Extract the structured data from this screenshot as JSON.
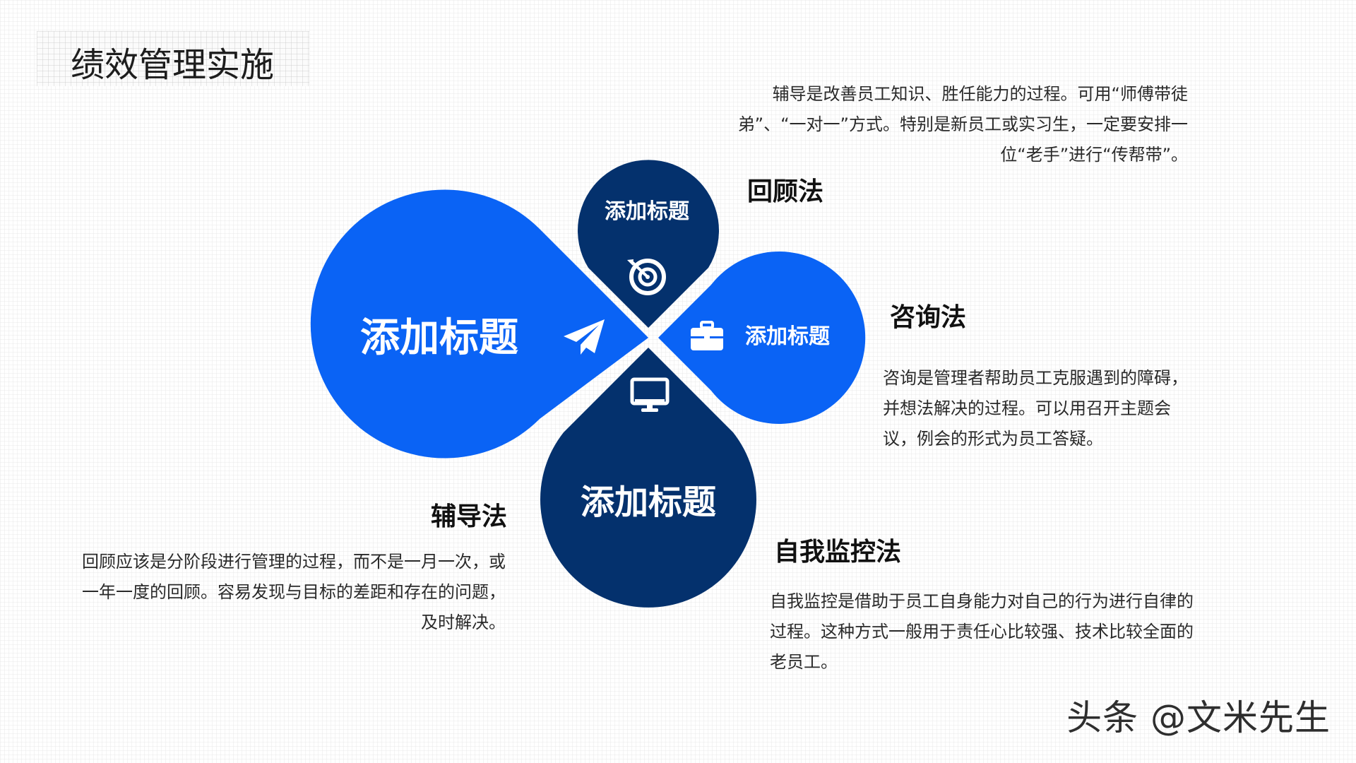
{
  "page": {
    "title": "绩效管理实施",
    "watermark": "头条 @文米先生",
    "colors": {
      "bright_blue": "#0a63f5",
      "navy": "#04316d",
      "background": "#ffffff"
    }
  },
  "petals": {
    "left": {
      "label": "添加标题",
      "icon": "paper-plane-icon",
      "color": "#0a63f5"
    },
    "top": {
      "label": "添加标题",
      "icon": "target-icon",
      "color": "#04316d"
    },
    "right": {
      "label": "添加标题",
      "icon": "briefcase-icon",
      "color": "#0a63f5"
    },
    "bottom": {
      "label": "添加标题",
      "icon": "monitor-icon",
      "color": "#04316d"
    }
  },
  "sections": {
    "top": {
      "heading": "回顾法",
      "text": "辅导是改善员工知识、胜任能力的过程。可用“师傅带徒弟”、“一对一”方式。特别是新员工或实习生，一定要安排一位“老手”进行“传帮带”。"
    },
    "right": {
      "heading": "咨询法",
      "text": "咨询是管理者帮助员工克服遇到的障碍，并想法解决的过程。可以用召开主题会议，例会的形式为员工答疑。"
    },
    "left": {
      "heading": "辅导法",
      "text": "回顾应该是分阶段进行管理的过程，而不是一月一次，或一年一度的回顾。容易发现与目标的差距和存在的问题，及时解决。"
    },
    "bottom": {
      "heading": "自我监控法",
      "text": "自我监控是借助于员工自身能力对自己的行为进行自律的过程。这种方式一般用于责任心比较强、技术比较全面的老员工。"
    }
  }
}
